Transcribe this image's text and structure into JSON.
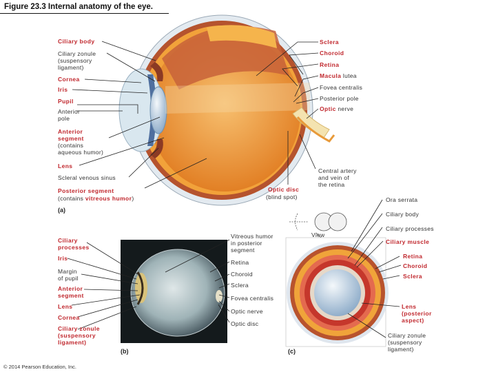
{
  "title": "Figure 23.3 Internal anatomy of the eye.",
  "panel_a": {
    "label": "(a)",
    "left_labels": {
      "ciliary_body": "Ciliary body",
      "ciliary_zonule": "Ciliary zonule\n(suspensory\nligament)",
      "cornea": "Cornea",
      "iris": "Iris",
      "pupil": "Pupil",
      "anterior_pole": "Anterior\npole",
      "anterior_segment_bold": "Anterior\nsegment",
      "anterior_segment_note": "(contains\naqueous humor)",
      "lens": "Lens",
      "scleral_venous_sinus": "Scleral venous sinus",
      "posterior_segment_bold": "Posterior segment",
      "posterior_segment_note_a": "(contains ",
      "posterior_segment_note_b": "vitreous humor",
      "posterior_segment_note_c": ")"
    },
    "right_labels": {
      "sclera": "Sclera",
      "choroid": "Choroid",
      "retina": "Retina",
      "macula_lutea_a": "Macula",
      "macula_lutea_b": " lutea",
      "fovea_centralis": "Fovea centralis",
      "posterior_pole": "Posterior pole",
      "optic_nerve_a": "Optic",
      "optic_nerve_b": " nerve",
      "central_artery": "Central artery\nand vein of\nthe retina"
    },
    "optic_disc_a": "Optic disc",
    "optic_disc_b": "(blind spot)"
  },
  "panel_b": {
    "label": "(b)",
    "left_labels": {
      "ciliary_processes": "Ciliary\nprocesses",
      "iris": "Iris",
      "margin_of_pupil": "Margin\nof pupil",
      "anterior_segment": "Anterior\nsegment",
      "lens": "Lens",
      "cornea": "Cornea",
      "ciliary_zonule": "Ciliary zonule\n(suspensory\nligament)"
    },
    "right_labels": {
      "vitreous_humor": "Vitreous humor\nin posterior\nsegment",
      "retina": "Retina",
      "choroid": "Choroid",
      "sclera": "Sclera",
      "fovea_centralis": "Fovea centralis",
      "optic_nerve": "Optic nerve",
      "optic_disc": "Optic disc"
    }
  },
  "panel_c": {
    "label": "(c)",
    "view": "View",
    "labels": {
      "ora_serrata": "Ora serrata",
      "ciliary_body": "Ciliary body",
      "ciliary_processes": "Ciliary processes",
      "ciliary_muscle": "Ciliary muscle",
      "retina": "Retina",
      "choroid": "Choroid",
      "sclera": "Sclera",
      "lens": "Lens\n(posterior\naspect)",
      "ciliary_zonule": "Ciliary zonule\n(suspensory\nligament)"
    }
  },
  "copyright": "© 2014 Pearson Education, Inc.",
  "colors": {
    "label_red": "#c0272d",
    "sclera": "#dde6ee",
    "choroid": "#b5532e",
    "retina": "#f2a23a",
    "vitreous": "#f0a64a",
    "iris": "#5a78a8",
    "lens": "#b7d3df"
  }
}
